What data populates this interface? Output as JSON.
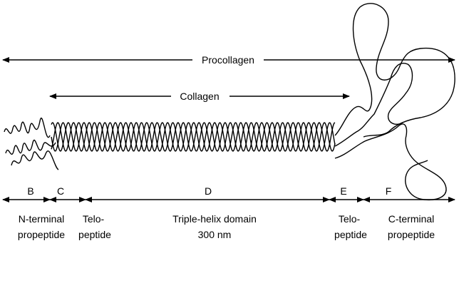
{
  "arrows": {
    "procollagen": "Procollagen",
    "collagen": "Collagen"
  },
  "segments": [
    {
      "letter": "B",
      "line1": "N-terminal",
      "line2": "propeptide"
    },
    {
      "letter": "C",
      "line1": "Telo-",
      "line2": "peptide"
    },
    {
      "letter": "D",
      "line1": "Triple-helix domain",
      "line2": "300 nm"
    },
    {
      "letter": "E",
      "line1": "Telo-",
      "line2": "peptide"
    },
    {
      "letter": "F",
      "line1": "C-terminal",
      "line2": "propeptide"
    }
  ]
}
